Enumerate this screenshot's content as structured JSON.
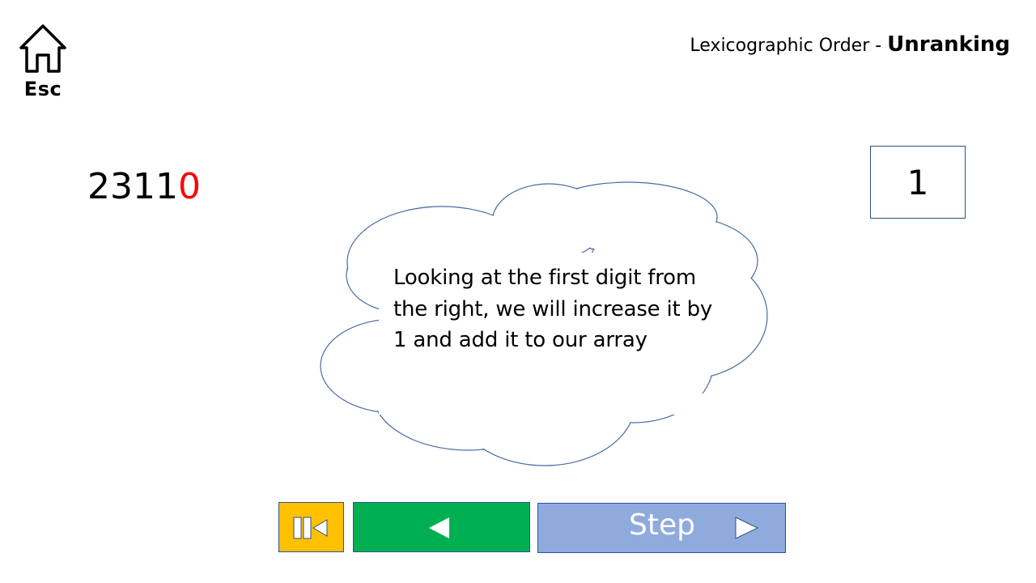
{
  "home": {
    "label": "Esc",
    "icon": "home-icon"
  },
  "title": {
    "subject": "Lexicographic Order",
    "separator": " - ",
    "mode": "Unranking"
  },
  "sequence": {
    "prefix": "2311",
    "highlighted_digit": "0",
    "highlight_color": "#ff0000"
  },
  "result": {
    "value": "1"
  },
  "explanation": {
    "text": "Looking at the first digit from the right, we will increase it by 1 and add it to our array"
  },
  "controls": {
    "reset": {
      "icon": "skip-to-start-icon",
      "color": "#ffc000"
    },
    "back": {
      "icon": "play-left-icon",
      "color": "#00b050"
    },
    "step": {
      "label": "Step",
      "icon": "play-right-icon",
      "color": "#8faadc"
    }
  },
  "colors": {
    "outline": "#2f5496",
    "cloud_stroke": "#4a6aa8"
  }
}
